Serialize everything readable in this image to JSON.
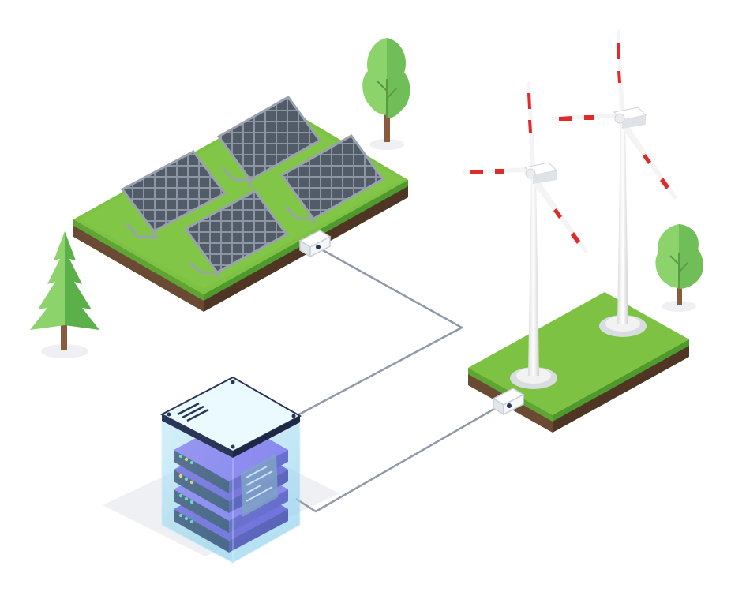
{
  "scene": {
    "description_icons": [
      "solar-farm",
      "wind-farm",
      "server-rack",
      "pine-tree",
      "deciduous-tree",
      "power-cable"
    ]
  },
  "colors": {
    "grass_top": "#7dc242",
    "grass_side": "#5fa534",
    "soil": "#6b4a33",
    "soil_dark": "#4e3524",
    "panel": "#4b5563",
    "panel_frame": "#9aa3ad",
    "tree_light": "#8cd36b",
    "tree_dark": "#5bb04a",
    "trunk": "#8a5a3c",
    "cable": "#8e9aa8",
    "turbine_white": "#f2f2f2",
    "turbine_red": "#e02b2b",
    "server_glass": "#9ad7ee",
    "server_purple": "#6a4fd6",
    "server_dark": "#2a3558",
    "led_green": "#40e0a0",
    "led_yellow": "#f5d33b"
  }
}
